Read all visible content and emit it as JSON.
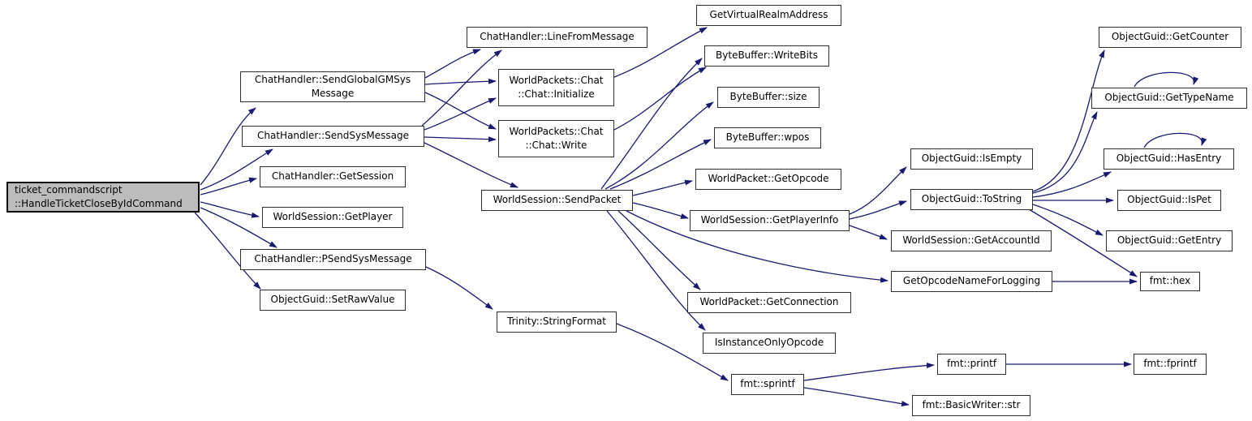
{
  "diagram": {
    "type": "doxygen-call-graph",
    "edge_color": "#191970",
    "node_fill": "#ffffff",
    "node_border_color": "#2e2e2e",
    "root_fill": "#bcbcbc"
  },
  "nodes": [
    {
      "id": "root",
      "label": "ticket_commandscript\n::HandleTicketCloseByIdCommand"
    },
    {
      "id": "send-global-gm-sys-message",
      "label": "ChatHandler::SendGlobalGMSys\nMessage"
    },
    {
      "id": "send-sys-message",
      "label": "ChatHandler::SendSysMessage"
    },
    {
      "id": "get-session",
      "label": "ChatHandler::GetSession"
    },
    {
      "id": "get-player",
      "label": "WorldSession::GetPlayer"
    },
    {
      "id": "psend-sys-message",
      "label": "ChatHandler::PSendSysMessage"
    },
    {
      "id": "set-raw-value",
      "label": "ObjectGuid::SetRawValue"
    },
    {
      "id": "line-from-message",
      "label": "ChatHandler::LineFromMessage"
    },
    {
      "id": "chat-initialize",
      "label": "WorldPackets::Chat\n::Chat::Initialize"
    },
    {
      "id": "chat-write",
      "label": "WorldPackets::Chat\n::Chat::Write"
    },
    {
      "id": "send-packet",
      "label": "WorldSession::SendPacket"
    },
    {
      "id": "string-format",
      "label": "Trinity::StringFormat"
    },
    {
      "id": "get-virtual-realm-address",
      "label": "GetVirtualRealmAddress"
    },
    {
      "id": "write-bits",
      "label": "ByteBuffer::WriteBits"
    },
    {
      "id": "byte-buffer-size",
      "label": "ByteBuffer::size"
    },
    {
      "id": "byte-buffer-wpos",
      "label": "ByteBuffer::wpos"
    },
    {
      "id": "get-opcode",
      "label": "WorldPacket::GetOpcode"
    },
    {
      "id": "get-player-info",
      "label": "WorldSession::GetPlayerInfo"
    },
    {
      "id": "get-connection",
      "label": "WorldPacket::GetConnection"
    },
    {
      "id": "is-instance-only-opcode",
      "label": "IsInstanceOnlyOpcode"
    },
    {
      "id": "sprintf",
      "label": "fmt::sprintf"
    },
    {
      "id": "is-empty",
      "label": "ObjectGuid::IsEmpty"
    },
    {
      "id": "to-string",
      "label": "ObjectGuid::ToString"
    },
    {
      "id": "get-account-id",
      "label": "WorldSession::GetAccountId"
    },
    {
      "id": "get-opcode-name-for-logging",
      "label": "GetOpcodeNameForLogging"
    },
    {
      "id": "printf",
      "label": "fmt::printf"
    },
    {
      "id": "basic-writer-str",
      "label": "fmt::BasicWriter::str"
    },
    {
      "id": "get-counter",
      "label": "ObjectGuid::GetCounter"
    },
    {
      "id": "get-type-name",
      "label": "ObjectGuid::GetTypeName"
    },
    {
      "id": "has-entry",
      "label": "ObjectGuid::HasEntry"
    },
    {
      "id": "is-pet",
      "label": "ObjectGuid::IsPet"
    },
    {
      "id": "get-entry",
      "label": "ObjectGuid::GetEntry"
    },
    {
      "id": "hex",
      "label": "fmt::hex"
    },
    {
      "id": "fprintf",
      "label": "fmt::fprintf"
    }
  ],
  "edges": [
    {
      "from": "root",
      "to": "send-global-gm-sys-message"
    },
    {
      "from": "root",
      "to": "send-sys-message"
    },
    {
      "from": "root",
      "to": "get-session"
    },
    {
      "from": "root",
      "to": "get-player"
    },
    {
      "from": "root",
      "to": "psend-sys-message"
    },
    {
      "from": "root",
      "to": "set-raw-value"
    },
    {
      "from": "send-global-gm-sys-message",
      "to": "line-from-message"
    },
    {
      "from": "send-global-gm-sys-message",
      "to": "chat-initialize"
    },
    {
      "from": "send-global-gm-sys-message",
      "to": "chat-write"
    },
    {
      "from": "send-sys-message",
      "to": "line-from-message"
    },
    {
      "from": "send-sys-message",
      "to": "chat-initialize"
    },
    {
      "from": "send-sys-message",
      "to": "chat-write"
    },
    {
      "from": "send-sys-message",
      "to": "send-packet"
    },
    {
      "from": "psend-sys-message",
      "to": "string-format"
    },
    {
      "from": "chat-initialize",
      "to": "get-virtual-realm-address"
    },
    {
      "from": "chat-write",
      "to": "write-bits"
    },
    {
      "from": "send-packet",
      "to": "write-bits"
    },
    {
      "from": "send-packet",
      "to": "byte-buffer-size"
    },
    {
      "from": "send-packet",
      "to": "byte-buffer-wpos"
    },
    {
      "from": "send-packet",
      "to": "get-opcode"
    },
    {
      "from": "send-packet",
      "to": "get-player-info"
    },
    {
      "from": "send-packet",
      "to": "get-connection"
    },
    {
      "from": "send-packet",
      "to": "is-instance-only-opcode"
    },
    {
      "from": "send-packet",
      "to": "get-opcode-name-for-logging"
    },
    {
      "from": "get-player-info",
      "to": "is-empty"
    },
    {
      "from": "get-player-info",
      "to": "to-string"
    },
    {
      "from": "get-player-info",
      "to": "get-account-id"
    },
    {
      "from": "to-string",
      "to": "get-counter"
    },
    {
      "from": "to-string",
      "to": "get-type-name"
    },
    {
      "from": "to-string",
      "to": "has-entry"
    },
    {
      "from": "to-string",
      "to": "is-pet"
    },
    {
      "from": "to-string",
      "to": "get-entry"
    },
    {
      "from": "to-string",
      "to": "hex"
    },
    {
      "from": "get-type-name",
      "to": "get-type-name"
    },
    {
      "from": "has-entry",
      "to": "has-entry"
    },
    {
      "from": "get-opcode-name-for-logging",
      "to": "hex"
    },
    {
      "from": "string-format",
      "to": "sprintf"
    },
    {
      "from": "sprintf",
      "to": "printf"
    },
    {
      "from": "sprintf",
      "to": "basic-writer-str"
    },
    {
      "from": "printf",
      "to": "fprintf"
    }
  ]
}
